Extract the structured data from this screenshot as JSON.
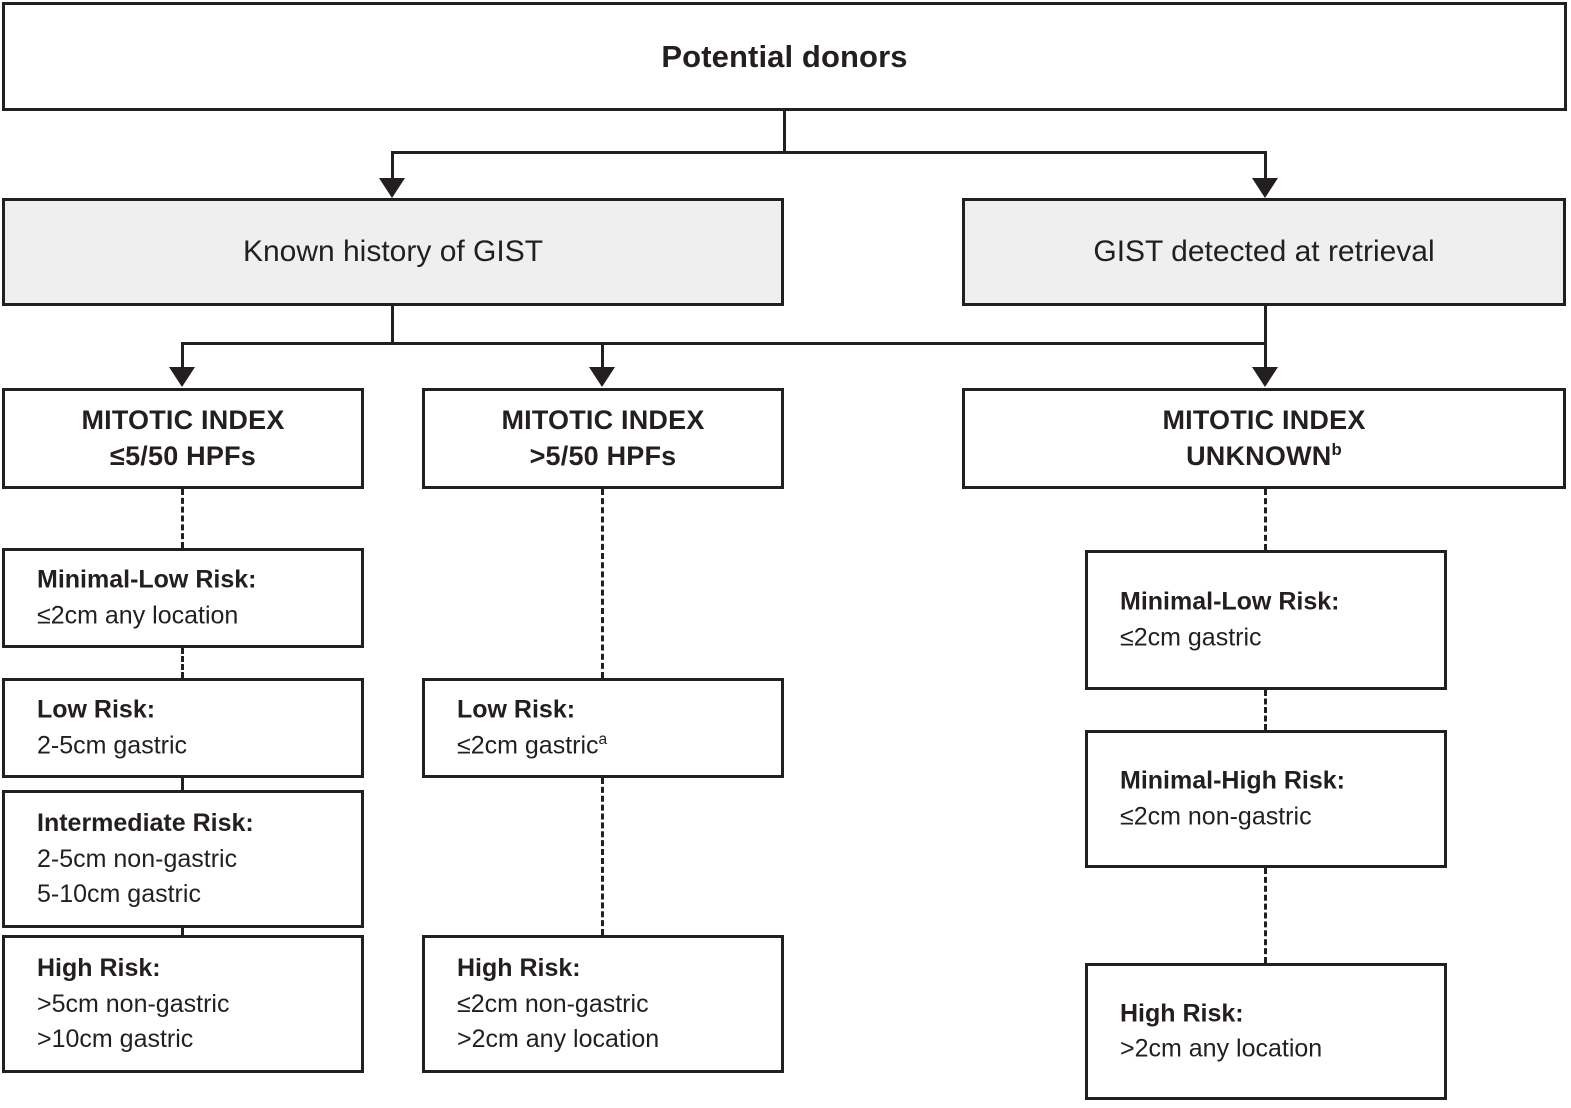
{
  "diagram": {
    "title": "Potential donors",
    "root": {
      "label": "Potential donors"
    },
    "stages": [
      {
        "label": "Known history of GIST"
      },
      {
        "label": "GIST detected at retrieval"
      }
    ],
    "mitotic": [
      {
        "line1": "MITOTIC INDEX",
        "line2": "≤5/50 HPFs",
        "sup": ""
      },
      {
        "line1": "MITOTIC INDEX",
        "line2": ">5/50 HPFs",
        "sup": ""
      },
      {
        "line1": "MITOTIC INDEX",
        "line2": "UNKNOWN",
        "sup": "b"
      }
    ],
    "column_left": [
      {
        "title": "Minimal-Low Risk:",
        "detail": "≤2cm any location",
        "sup": ""
      },
      {
        "title": "Low Risk:",
        "detail": "2-5cm gastric",
        "sup": ""
      },
      {
        "title": "Intermediate Risk:",
        "detail": "2-5cm non-gastric\n5-10cm gastric",
        "sup": ""
      },
      {
        "title": "High Risk:",
        "detail": ">5cm non-gastric\n>10cm gastric",
        "sup": ""
      }
    ],
    "column_middle": [
      {
        "title": "Low Risk:",
        "detail": "≤2cm gastric",
        "sup": "a"
      },
      {
        "title": "High Risk:",
        "detail": "≤2cm non-gastric\n>2cm any location",
        "sup": ""
      }
    ],
    "column_right": [
      {
        "title": "Minimal-Low Risk:",
        "detail": "≤2cm gastric",
        "sup": ""
      },
      {
        "title": "Minimal-High Risk:",
        "detail": "≤2cm non-gastric",
        "sup": ""
      },
      {
        "title": "High Risk:",
        "detail": ">2cm any location",
        "sup": ""
      }
    ],
    "colors": {
      "stroke": "#231f20",
      "shaded_fill": "#efefef",
      "background": "#ffffff"
    }
  }
}
